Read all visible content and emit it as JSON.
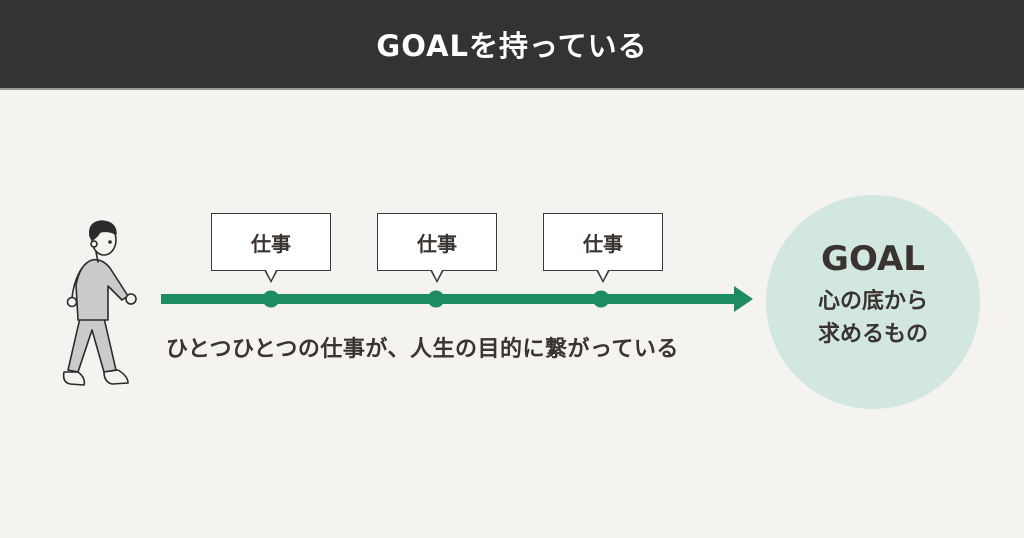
{
  "header": {
    "title": "GOALを持っている"
  },
  "timeline": {
    "color": "#1e8c63",
    "milestones": [
      {
        "label": "仕事"
      },
      {
        "label": "仕事"
      },
      {
        "label": "仕事"
      }
    ],
    "caption": "ひとつひとつの仕事が、人生の目的に繋がっている"
  },
  "goal": {
    "title": "GOAL",
    "line1": "心の底から",
    "line2": "求めるもの",
    "color": "#d1e7e0"
  },
  "illustration": {
    "icon": "walking-person-icon"
  }
}
